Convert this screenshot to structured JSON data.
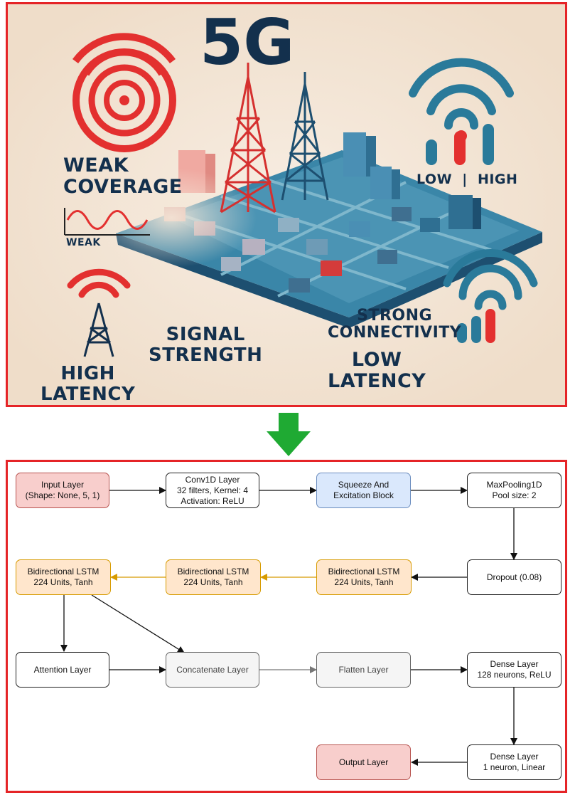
{
  "infographic": {
    "title": "5G",
    "weak_coverage": "WEAK\nCOVERAGE",
    "weak": "WEAK",
    "low_high": "LOW  |  HIGH",
    "signal_strength": "SIGNAL\nSTRENGTH",
    "strong_connectivity": "STRONG\nCONNECTIVITY",
    "low_latency": "LOW\nLATENCY",
    "high_latency": "HIGH\nLATENCY",
    "colors": {
      "navy": "#13304d",
      "red": "#e3302f",
      "teal": "#2a7a9a",
      "background": "#f4e7d8"
    }
  },
  "arrow_color": "#1faa33",
  "diagram": {
    "nodes": {
      "input": {
        "line1": "Input Layer",
        "line2": "(Shape: None, 5, 1)"
      },
      "conv1d": {
        "line1": "Conv1D Layer",
        "line2": "32 filters, Kernel: 4",
        "line3": "Activation: ReLU"
      },
      "squeeze": {
        "line1": "Squeeze And",
        "line2": "Excitation Block"
      },
      "maxpool": {
        "line1": "MaxPooling1D",
        "line2": "Pool size: 2"
      },
      "dropout": {
        "line1": "Dropout (0.08)"
      },
      "bilstm1": {
        "line1": "Bidirectional LSTM",
        "line2": "224 Units, Tanh"
      },
      "bilstm2": {
        "line1": "Bidirectional LSTM",
        "line2": "224 Units, Tanh"
      },
      "bilstm3": {
        "line1": "Bidirectional LSTM",
        "line2": "224 Units, Tanh"
      },
      "attention": {
        "line1": "Attention Layer"
      },
      "concatenate": {
        "line1": "Concatenate Layer"
      },
      "flatten": {
        "line1": "Flatten Layer"
      },
      "dense128": {
        "line1": "Dense Layer",
        "line2": "128 neurons, ReLU"
      },
      "dense1": {
        "line1": "Dense Layer",
        "line2": "1 neuron, Linear"
      },
      "output": {
        "line1": "Output Layer"
      }
    },
    "colors": {
      "input": "#f8cecc",
      "squeeze": "#dae8fc",
      "lstm": "#ffe6cc",
      "gray": "#f5f5f5",
      "lstm_arrow": "#d79b00"
    }
  }
}
